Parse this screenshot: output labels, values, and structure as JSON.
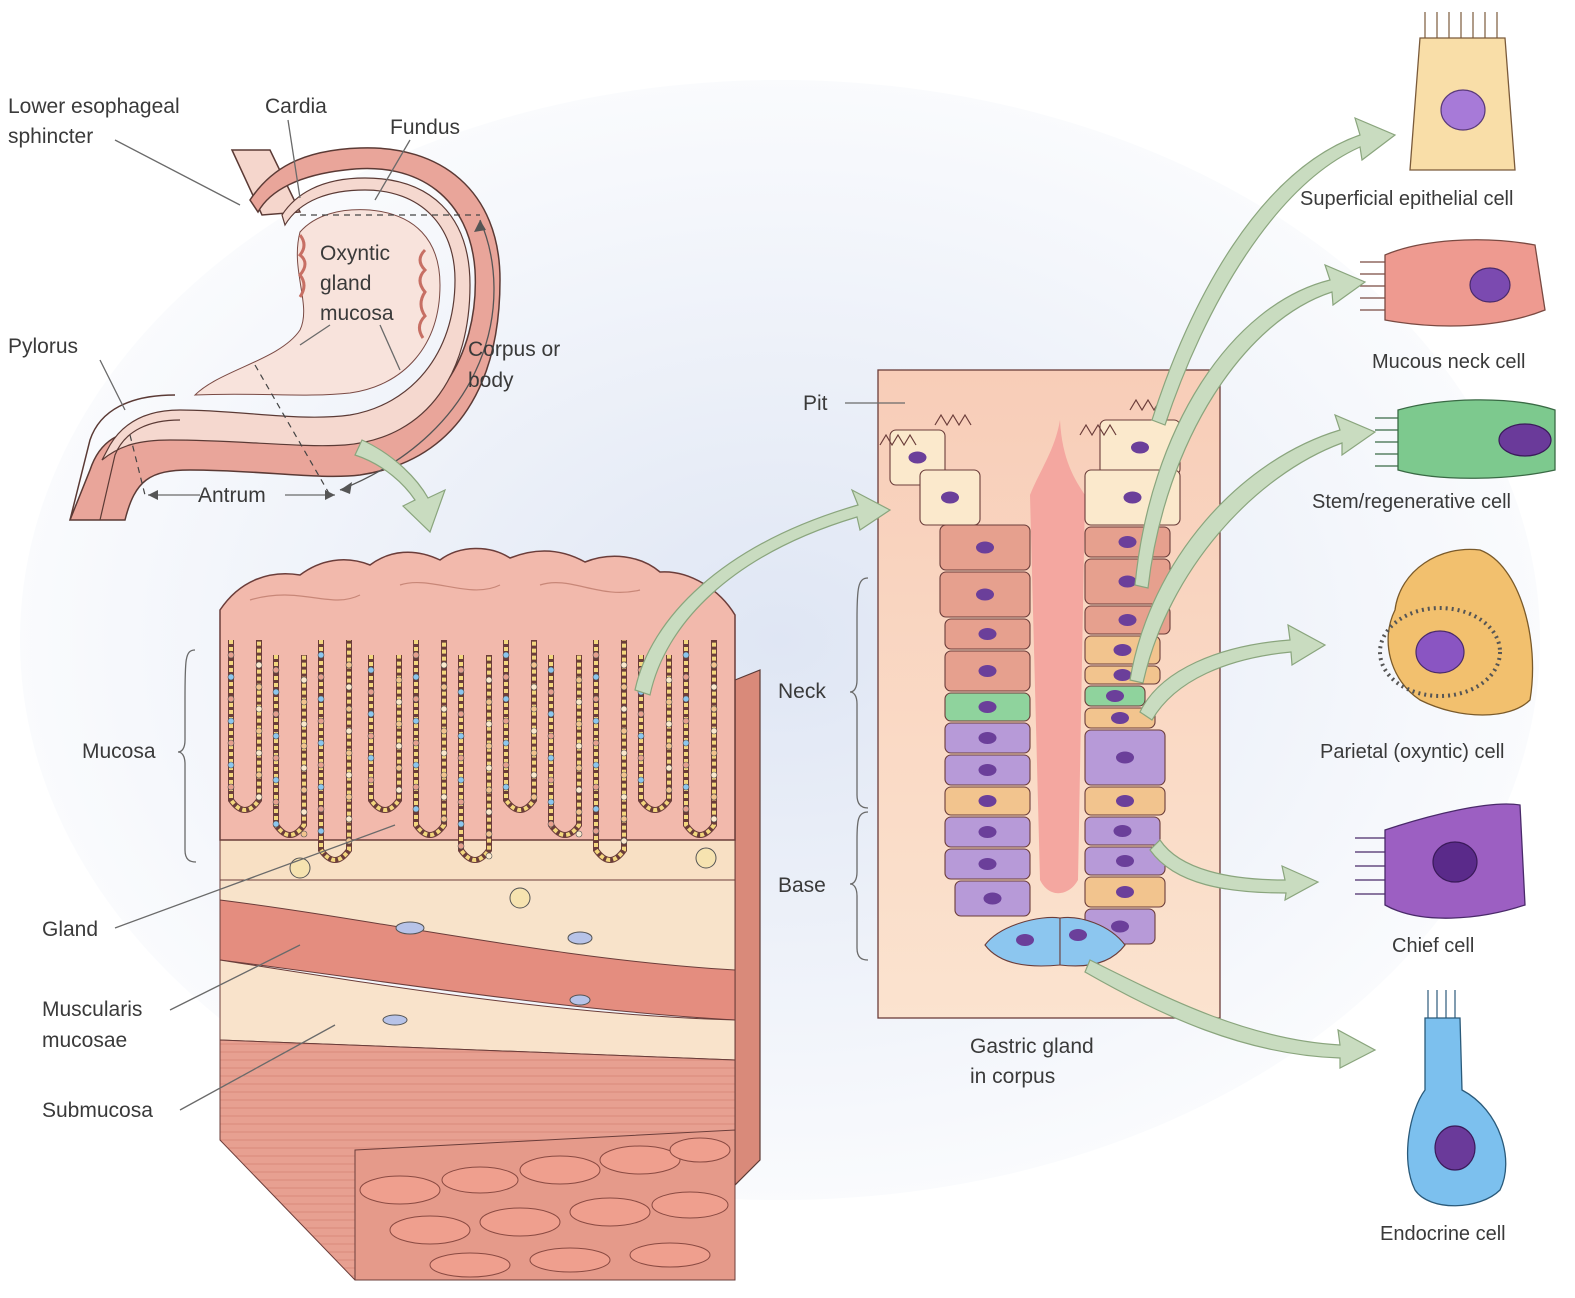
{
  "stomach": {
    "lower_esophageal_sphincter": [
      "Lower esophageal",
      "sphincter"
    ],
    "cardia": "Cardia",
    "fundus": "Fundus",
    "oxyntic": [
      "Oxyntic",
      "gland",
      "mucosa"
    ],
    "pylorus": "Pylorus",
    "corpus": [
      "Corpus or",
      "body"
    ],
    "antrum": "Antrum"
  },
  "wall": {
    "mucosa": "Mucosa",
    "gland": "Gland",
    "muscularis": [
      "Muscularis",
      "mucosae"
    ],
    "submucosa": "Submucosa"
  },
  "gastric_gland": {
    "pit": "Pit",
    "neck": "Neck",
    "base": "Base",
    "caption": [
      "Gastric gland",
      "in corpus"
    ]
  },
  "cells": {
    "superficial": "Superficial epithelial cell",
    "mucous_neck": "Mucous neck cell",
    "stem": "Stem/regenerative cell",
    "parietal": "Parietal (oxyntic) cell",
    "chief": "Chief cell",
    "endocrine": "Endocrine cell"
  },
  "colors": {
    "background_glow": "#e6ecf7",
    "stomach_wall": "#d98a7a",
    "mucosa_pink": "#f2b9ac",
    "submucosa_cream": "#f8e0c4",
    "gland_panel": "#f9d6bf",
    "arrow_green": "#c9dcc0",
    "cell_cream": "#fbe9cc",
    "cell_salmon": "#e6a08e",
    "cell_green": "#8fd39d",
    "cell_purple": "#b79ad8",
    "cell_orange": "#f2c48e",
    "cell_blue": "#8cc6ef",
    "nucleus": "#6b3f9a"
  }
}
